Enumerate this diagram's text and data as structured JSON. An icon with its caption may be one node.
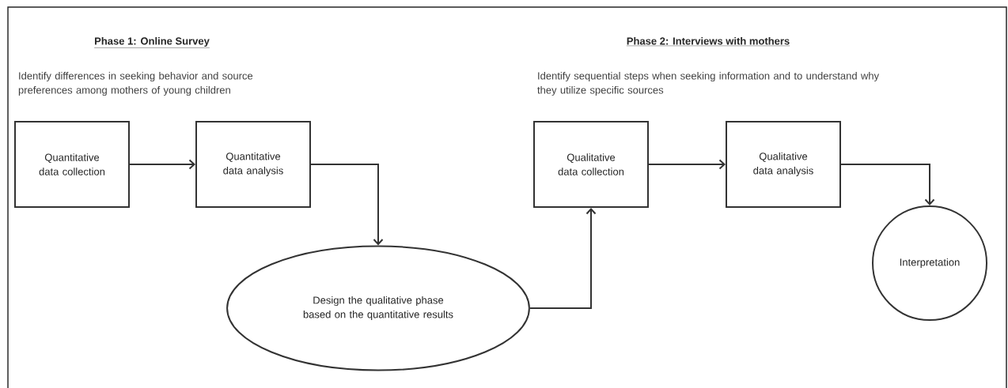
{
  "diagram": {
    "nodes": [
      {
        "text": [
          "Quantitative data collection"
        ]
      },
      {
        "text": [
          "Quantitative data analysis"
        ]
      },
      {
        "text": [
          "Design the qualitative phase based on the quantitative results"
        ]
      },
      {
        "text": [
          "Qualitative data collection"
        ]
      },
      {
        "text": [
          "Qualitative data analysis"
        ]
      },
      {
        "text": [
          "Interpretation"
        ]
      }
    ],
    "edges": [
      {
        "from": 0,
        "to": 1,
        "arrow": "to"
      },
      {
        "from": 1,
        "to": 2,
        "arrow": "to"
      },
      {
        "from": 2,
        "to": 3,
        "arrow": "to"
      },
      {
        "from": 3,
        "to": 4,
        "arrow": "to"
      },
      {
        "from": 4,
        "to": 5,
        "arrow": "to"
      }
    ],
    "labels": [
      "Phase 1: Online Survey",
      "Identify differences in seeking behavior and source preferences among mothers of young children",
      "Phase 2: Interviews with mothers",
      "Identify sequential steps when seeking information and to understand why they utilize specific sources"
    ]
  }
}
